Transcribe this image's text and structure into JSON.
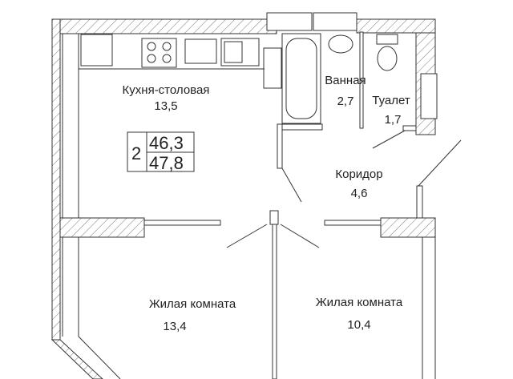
{
  "plan": {
    "rooms_count": "2",
    "area_living": "46,3",
    "area_total": "47,8",
    "rooms": [
      {
        "name": "Кухня-столовая",
        "area": "13,5"
      },
      {
        "name": "Ванная",
        "area": "2,7"
      },
      {
        "name": "Туалет",
        "area": "1,7"
      },
      {
        "name": "Коридор",
        "area": "4,6"
      },
      {
        "name": "Жилая комната",
        "area": "13,4"
      },
      {
        "name": "Жилая комната",
        "area": "10,4"
      }
    ]
  }
}
